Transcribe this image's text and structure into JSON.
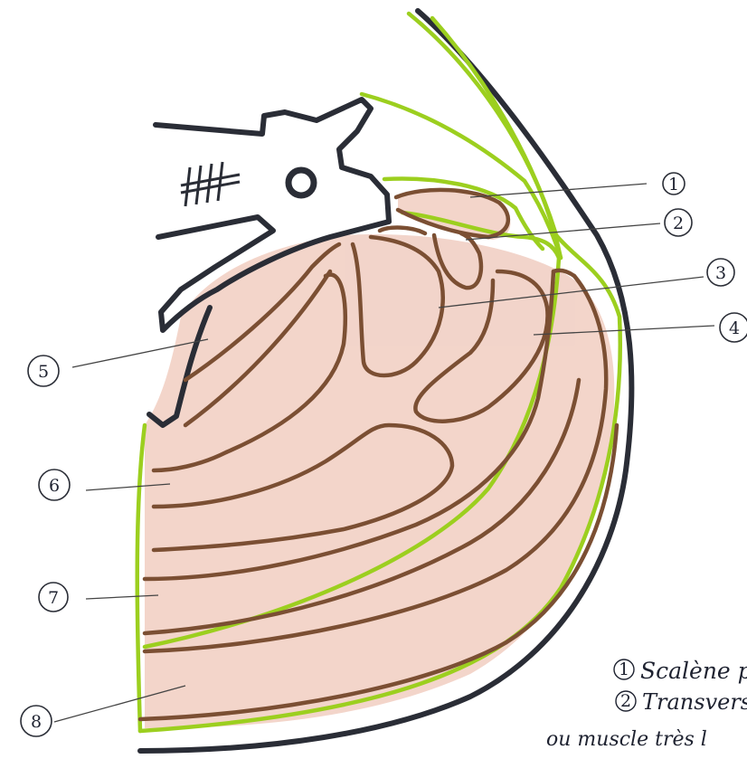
{
  "colors": {
    "outline": "#2a2d36",
    "fascia": "#9ccf1f",
    "muscle_border": "#7b4f33",
    "muscle_fill": "#f0cabd",
    "leader": "#444444"
  },
  "labels": [
    "1",
    "2",
    "3",
    "4",
    "5",
    "6",
    "7",
    "8"
  ],
  "legend": [
    "Scalène p",
    "Transvers",
    "ou muscle très l"
  ],
  "legend_numbers": [
    "1",
    "2"
  ]
}
